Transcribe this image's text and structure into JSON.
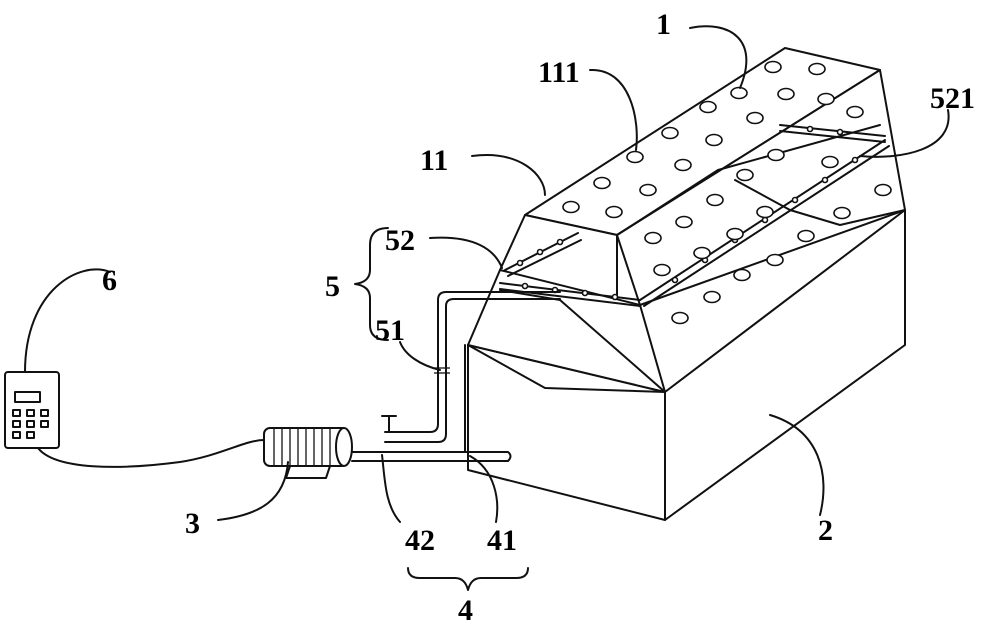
{
  "labels": {
    "l1": "1",
    "l111": "111",
    "l521": "521",
    "l11": "11",
    "l52": "52",
    "l5": "5",
    "l51": "51",
    "l6": "6",
    "l3": "3",
    "l42": "42",
    "l41": "41",
    "l4": "4",
    "l2": "2"
  },
  "colors": {
    "stroke": "#111111",
    "background": "#ffffff"
  }
}
